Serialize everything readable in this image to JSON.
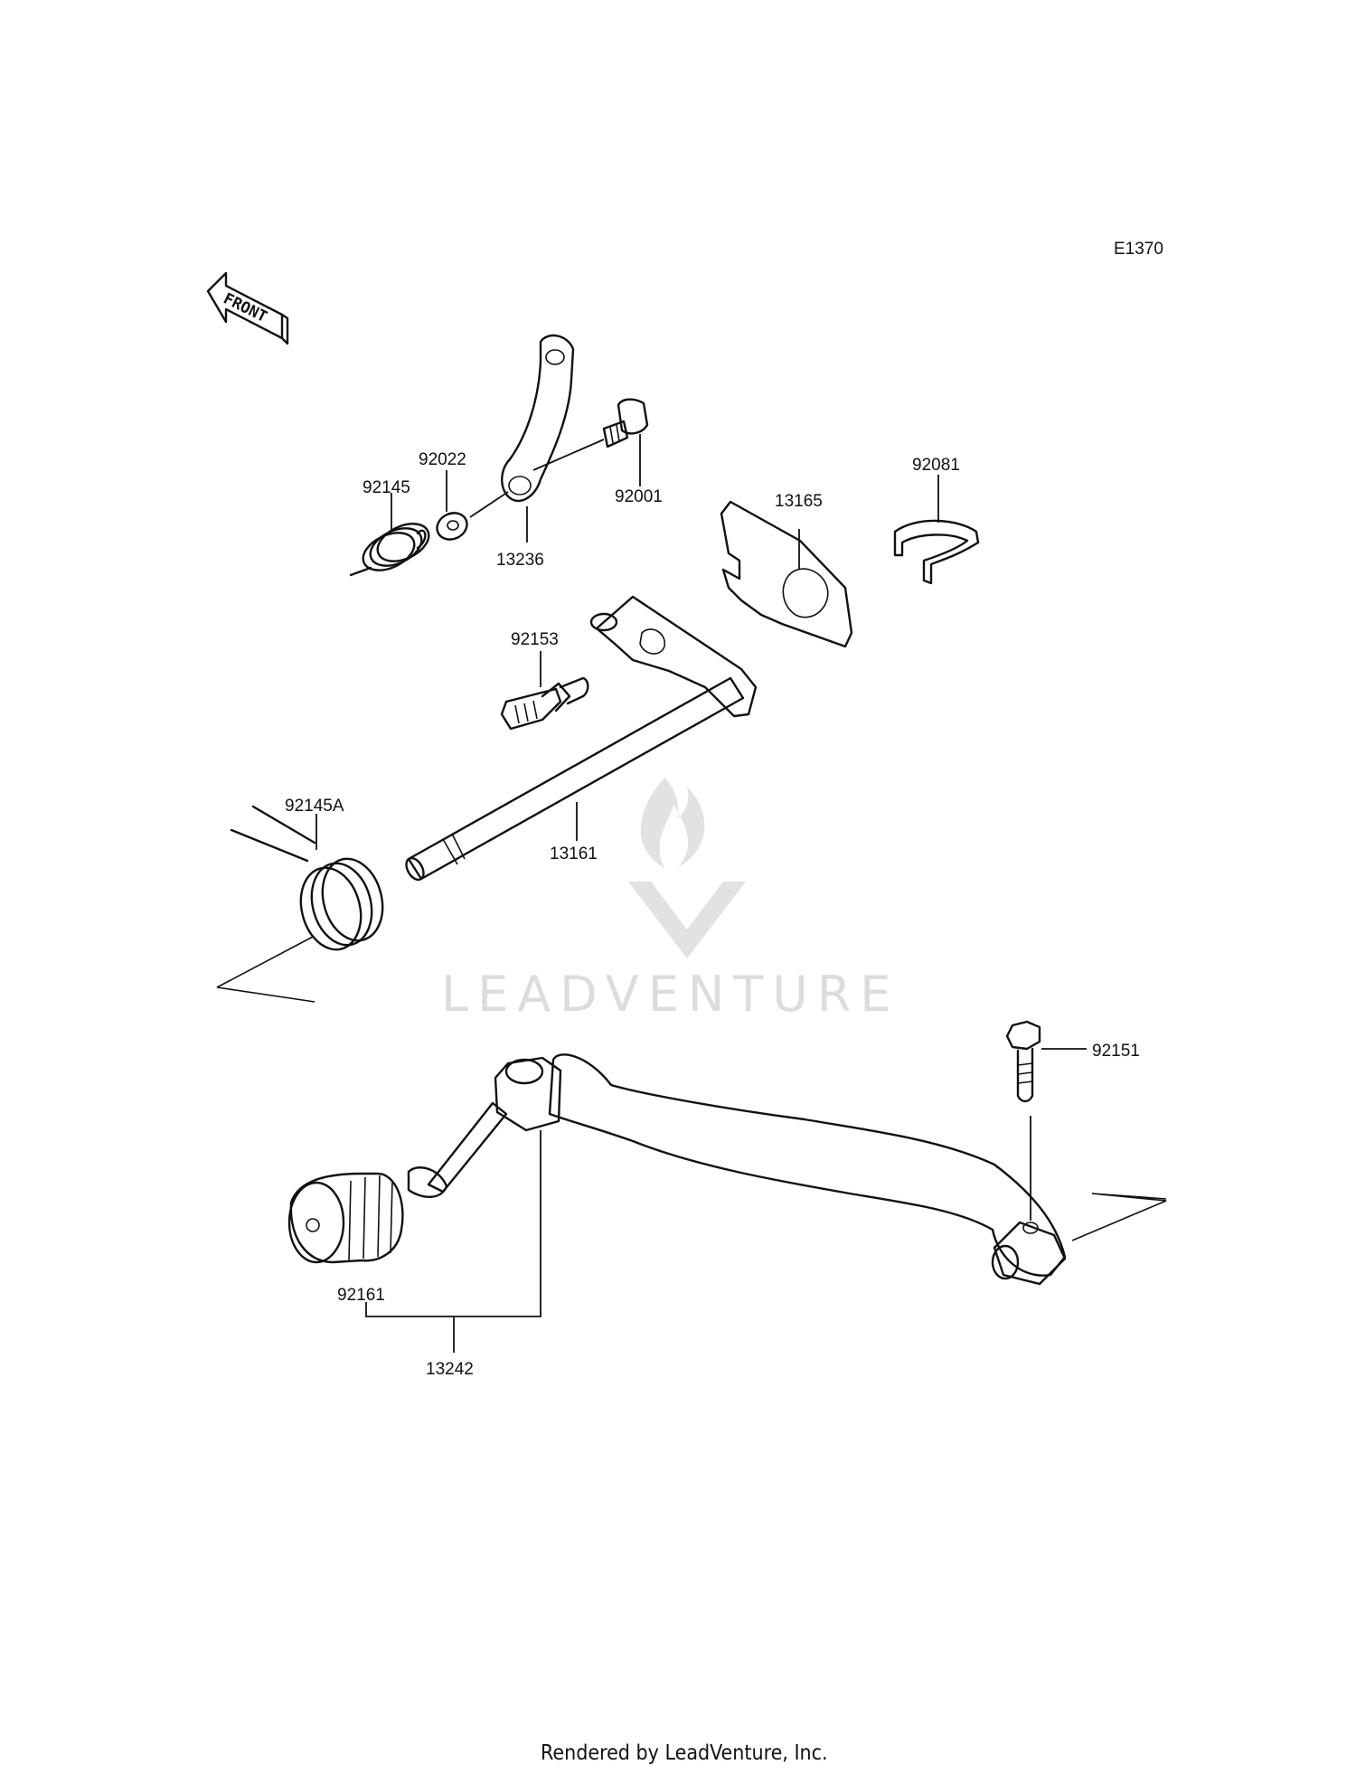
{
  "diagram": {
    "code": "E1370",
    "front_label": "FRONT",
    "watermark": "LEADVENTURE",
    "footer": "Rendered by LeadVenture, Inc.",
    "parts": {
      "p92145": "92145",
      "p92022": "92022",
      "p13236": "13236",
      "p92001": "92001",
      "p13165": "13165",
      "p92081": "92081",
      "p92153": "92153",
      "p13161": "13161",
      "p92145A": "92145A",
      "p92151": "92151",
      "p92161": "92161",
      "p13242": "13242"
    }
  }
}
